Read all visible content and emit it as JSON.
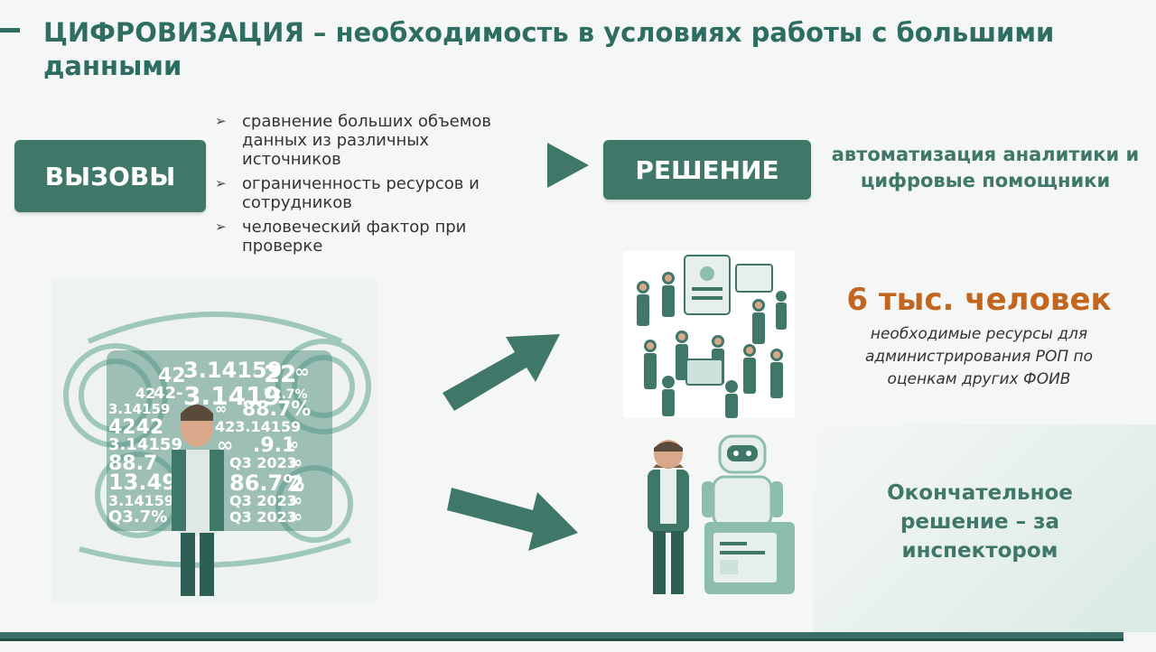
{
  "title": "ЦИФРОВИЗАЦИЯ – необходимость в условиях работы с большими данными",
  "challenges": {
    "label": "ВЫЗОВЫ",
    "items": [
      "сравнение больших объемов данных из различных источников",
      "ограниченность ресурсов и сотрудников",
      "человеческий фактор при проверке"
    ],
    "bullet_icon": "arrowhead-bullet-icon"
  },
  "solution": {
    "label": "РЕШЕНИЕ",
    "text": "автоматизация аналитики и цифровые помощники"
  },
  "people": {
    "stat": "6 тыс. человек",
    "desc": "необходимые ресурсы для администрирования РОП по оценкам других ФОИВ"
  },
  "final": {
    "text": "Окончательное решение – за инспектором"
  },
  "numbers_illustration": {
    "numbers": [
      "42",
      "3.14159",
      "22",
      "∞",
      "42",
      "42-",
      "3.1419",
      "72.7%",
      "3.14159",
      "∞",
      "88.7%",
      "4242",
      "423.14159",
      "3.14159",
      "∞",
      ".9.1",
      "∞",
      "88.7",
      "Q3 2023",
      "∞",
      "13.49",
      "86.7%",
      "2",
      "3.14159",
      "Q3 2023",
      "∞",
      "Q3.7%",
      "Q3 2023",
      "∞"
    ]
  },
  "colors": {
    "brand": "#3f7768",
    "title": "#2e6e62",
    "accent": "#c2661f"
  }
}
